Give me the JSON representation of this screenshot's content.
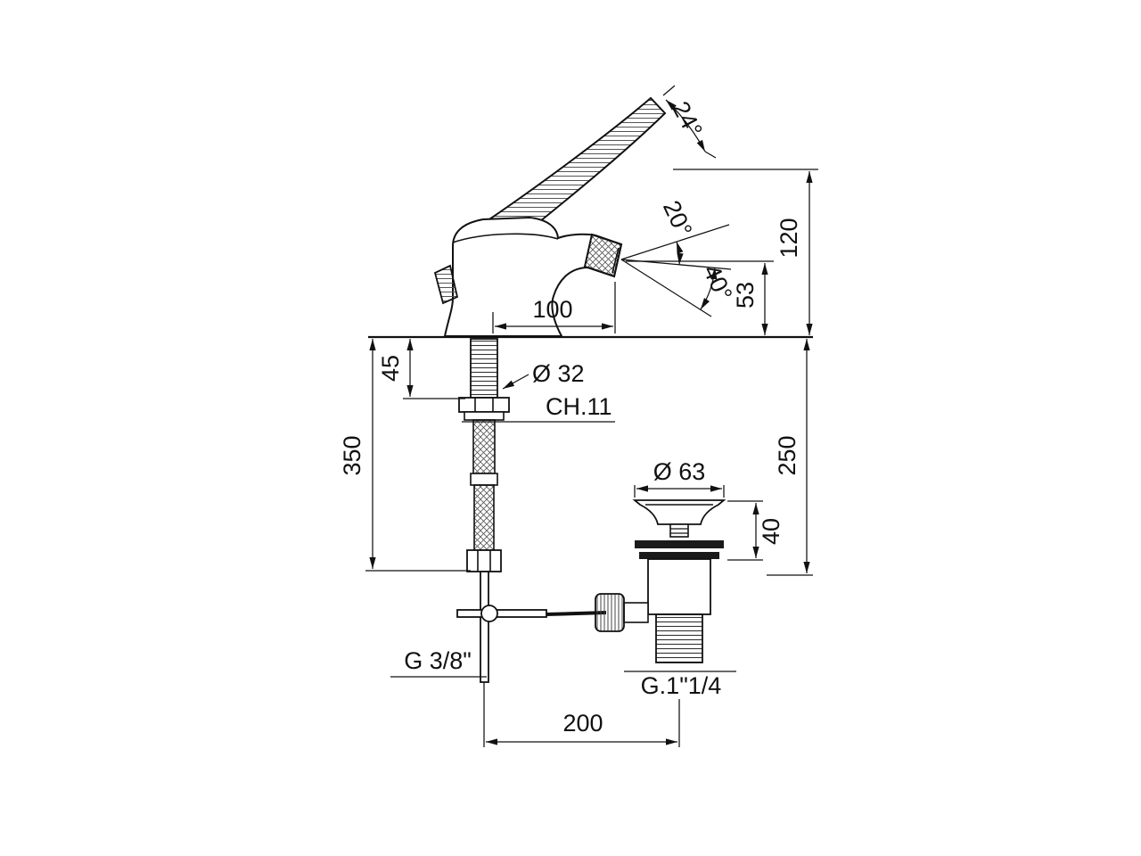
{
  "colors": {
    "ink": "#111111",
    "background": "#ffffff"
  },
  "dims": {
    "handle_angle": "24°",
    "spray_angle_20": "20°",
    "spray_angle_40": "40°",
    "height_120": "120",
    "height_53": "53",
    "reach_100": "100",
    "shank_45": "45",
    "dia_32": "Ø 32",
    "wrench_ch11": "CH.11",
    "hose_350": "350",
    "rod_250": "250",
    "dia_63": "Ø 63",
    "waste_40": "40",
    "thread_g38": "G 3/8\"",
    "thread_g114": "G.1\"1/4",
    "offset_200": "200"
  }
}
